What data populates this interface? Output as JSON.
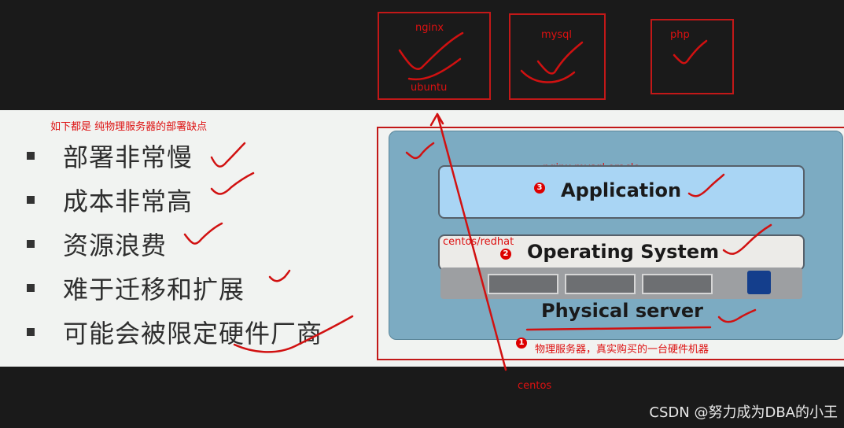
{
  "top_boxes": [
    {
      "label": "nginx",
      "sublabel": "ubuntu"
    },
    {
      "label": "mysql"
    },
    {
      "label": "php"
    }
  ],
  "note_top": "如下都是 纯物理服务器的部署缺点",
  "bullets": [
    "部署非常慢",
    "成本非常高",
    "资源浪费",
    "难于迁移和扩展",
    "可能会被限定硬件厂商"
  ],
  "diagram": {
    "app_annotation": "nginx  mysql  oracle",
    "application": "Application",
    "os_annotation": "centos/redhat",
    "operating_system": "Operating System",
    "physical_server": "Physical server",
    "num1": "1",
    "num2": "2",
    "num3": "3",
    "physical_note": "物理服务器，真实购买的一台硬件机器"
  },
  "arrow_label": "centos",
  "watermark": "CSDN @努力成为DBA的小王",
  "colors": {
    "annotation_red": "#d11111",
    "diagram_blue": "#7cabc2",
    "app_blue": "#a9d5f4",
    "background_dark": "#1a1a1a"
  }
}
